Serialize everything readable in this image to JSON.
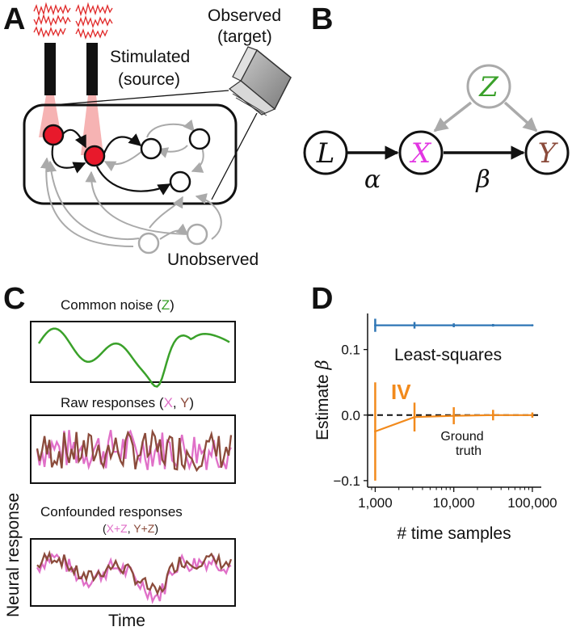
{
  "panels": {
    "a": "A",
    "b": "B",
    "c": "C",
    "d": "D"
  },
  "panel_a": {
    "stimulated_line1": "Stimulated",
    "stimulated_line2": "(source)",
    "observed_line1": "Observed",
    "observed_line2": "(target)",
    "unobserved": "Unobserved"
  },
  "panel_b": {
    "node_l": "L",
    "node_x": "X",
    "node_y": "Y",
    "node_z": "Z",
    "edge_alpha": "α",
    "edge_beta": "β",
    "colors": {
      "x": "#e236e2",
      "y": "#8b4b3b",
      "z": "#3aa12a",
      "edge_z": "#aaaaaa"
    }
  },
  "panel_c": {
    "title_common": "Common noise (",
    "title_common_z": "Z",
    "title_common_end": ")",
    "title_raw": "Raw responses (",
    "title_raw_x": "X",
    "title_raw_sep": ", ",
    "title_raw_y": "Y",
    "title_raw_end": ")",
    "title_conf": "Confounded responses",
    "conf_open": "(",
    "conf_x": "X+Z",
    "conf_sep": ", ",
    "conf_y": "Y+Z",
    "conf_close": ")",
    "ylabel": "Neural response",
    "xlabel": "Time",
    "colors": {
      "z": "#3aa12a",
      "x": "#e070c8",
      "y": "#8b4b3b"
    }
  },
  "chart_data": {
    "type": "line",
    "ylabel_prefix": "Estimate",
    "ylabel_symbol": "β",
    "xlabel": "# time samples",
    "x_scale": "log",
    "xlim": [
      800,
      130000
    ],
    "ylim": [
      -0.11,
      0.155
    ],
    "yticks": [
      -0.1,
      0.0,
      0.1
    ],
    "ytick_labels": [
      "−0.1",
      "0.0",
      "0.1"
    ],
    "xticks": [
      1000,
      10000,
      100000
    ],
    "xtick_labels": [
      "1,000",
      "10,000",
      "100,000"
    ],
    "series": [
      {
        "name": "Least-squares",
        "color": "#2f76b5",
        "x": [
          1000,
          3162,
          10000,
          31623,
          100000
        ],
        "y": [
          0.137,
          0.137,
          0.137,
          0.137,
          0.137
        ],
        "err": [
          0.01,
          0.005,
          0.003,
          0.002,
          0.001
        ]
      },
      {
        "name": "IV",
        "color": "#f28a1c",
        "x": [
          1000,
          3162,
          10000,
          31623,
          100000
        ],
        "y": [
          -0.025,
          -0.003,
          -0.001,
          0.0,
          0.0
        ],
        "err": [
          0.075,
          0.022,
          0.013,
          0.008,
          0.004
        ]
      }
    ],
    "reference": {
      "name_line1": "Ground",
      "name_line2": "truth",
      "y": 0.0
    }
  }
}
